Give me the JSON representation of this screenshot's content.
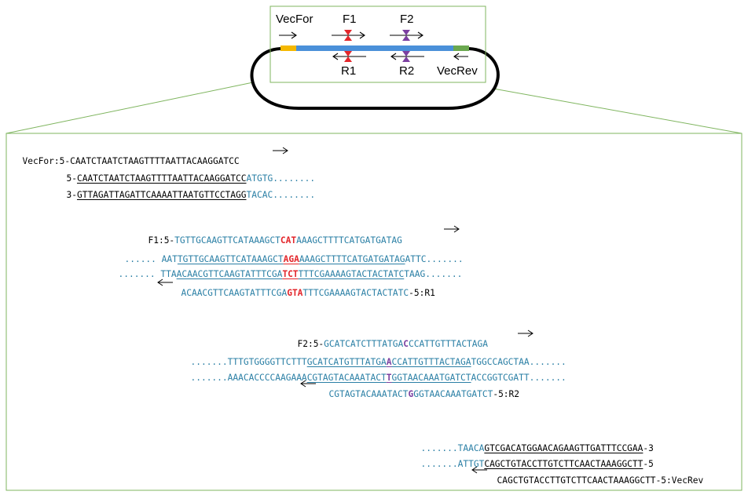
{
  "plasmid": {
    "labels": {
      "vecfor": "VecFor",
      "f1": "F1",
      "f2": "F2",
      "r1": "R1",
      "r2": "R2",
      "vecrev": "VecRev"
    }
  },
  "colors": {
    "insert": "#4a90d9",
    "left_end": "#f5b800",
    "right_end": "#6aa84f",
    "mut_red": "#e3262b",
    "mut_purple": "#7b3fa0",
    "seq_blue": "#2a7fa5",
    "frame_green": "#7fb55f"
  },
  "block1": {
    "vecfor_label": "VecFor:5-",
    "vecfor_seq": "CAATCTAATCTAAGTTTTAATTACAAGGATCC",
    "top_prefix": "5-",
    "top_ul": "CAATCTAATCTAAGTTTTAATTACAAGGATCC",
    "top_blue": "ATGTG........",
    "bot_prefix": "3-",
    "bot_ul": "GTTAGATTAGATTCAAAATTAATGTTCCTAGG",
    "bot_blue": "TACAC........"
  },
  "block2": {
    "f1_label": "F1:5-",
    "f1_a": "TGTTGCAAGTTCATAAAGCT",
    "f1_mut": "CAT",
    "f1_b": "AAAGCTTTTCATGATGATAG",
    "top_dots": "......",
    "top_a": "AAT",
    "top_ul1": "TGTTGCAAGTTCATAAAGCT",
    "top_mut": "AGA",
    "top_ul2": "AAAGCTTTTCATGATGATAG",
    "top_b": "ATTC.......",
    "bot_dots": ".......",
    "bot_a": "TTA",
    "bot_ul1": "ACAACGTTCAAGTATTTCGA",
    "bot_mut": "TCT",
    "bot_ul2": "TTTCGAAAAGTACTACTATC",
    "bot_b": "TAAG.......",
    "r1_a": "ACAACGTTCAAGTATTTCGA",
    "r1_mut": "GTA",
    "r1_b": "TTTCGAAAAGTACTACTATC",
    "r1_label": "-5:R1"
  },
  "block3": {
    "f2_label": "F2:5-",
    "f2_a": "GCATCATCTTTATGA",
    "f2_mut": "C",
    "f2_b": "CCATTGTTTACTAGA",
    "top_dots": ".......",
    "top_a": "TTTGTGGGGTTCTTT",
    "top_ul1": "GCATCATGTTTATGA",
    "top_mut": "A",
    "top_ul2": "CCATTGTTTACTAGA",
    "top_b": "TGGCCAGCTAA.......",
    "bot_dots": ".......",
    "bot_a": "AAACACCCCAAGAAA",
    "bot_ul1": "CGTAGTACAAATACT",
    "bot_mut": "T",
    "bot_ul2": "GGTAACAAATGATCT",
    "bot_b": "ACCGGTCGATT.......",
    "r2_a": "CGTAGTACAAATACT",
    "r2_mut": "G",
    "r2_b": "GGTAACAAATGATCT",
    "r2_label": "-5:R2"
  },
  "block4": {
    "top_dots": ".......",
    "top_a": "TAACA",
    "top_ul": "GTCGACATGGAACAGAAGTTGATTTCCGAA",
    "top_end": "-3",
    "bot_dots": ".......",
    "bot_a": "ATTGT",
    "bot_ul": "CAGCTGTACCTTGTCTTCAACTAAAGGCTT",
    "bot_end": "-5",
    "vecrev_seq": "CAGCTGTACCTTGTCTTCAACTAAAGGCTT",
    "vecrev_label": "-5:VecRev"
  }
}
